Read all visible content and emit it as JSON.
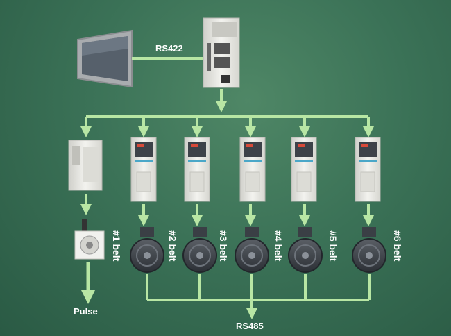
{
  "links": {
    "hmi_plc": "RS422",
    "servo_output": "Pulse",
    "bus": "RS485"
  },
  "belts": [
    "#1 belt",
    "#2 belt",
    "#3 belt",
    "#4 belt",
    "#5 belt",
    "#6 belt"
  ],
  "colors": {
    "line": "#b8e6a4",
    "background": "#3b7257",
    "device": "#e8e8e4"
  },
  "icons": [
    "hmi-touchscreen-icon",
    "plc-controller-icon",
    "servo-drive-icon",
    "inverter-icon",
    "servo-motor-icon",
    "induction-motor-icon"
  ]
}
